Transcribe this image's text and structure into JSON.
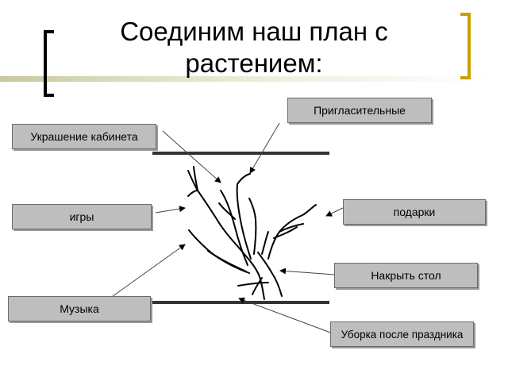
{
  "title": "Соединим наш план с растением:",
  "labels": {
    "invitations": "Пригласительные",
    "decoration": "Украшение кабинета",
    "games": "игры",
    "gifts": "подарки",
    "table": "Накрыть стол",
    "music": "Музыка",
    "cleanup": "Уборка после праздника"
  },
  "colors": {
    "box_fill": "#bebebe",
    "box_border": "#6a6a6a",
    "bracket_left": "#000000",
    "bracket_right": "#c8a000",
    "band": "#dcdcbc"
  }
}
